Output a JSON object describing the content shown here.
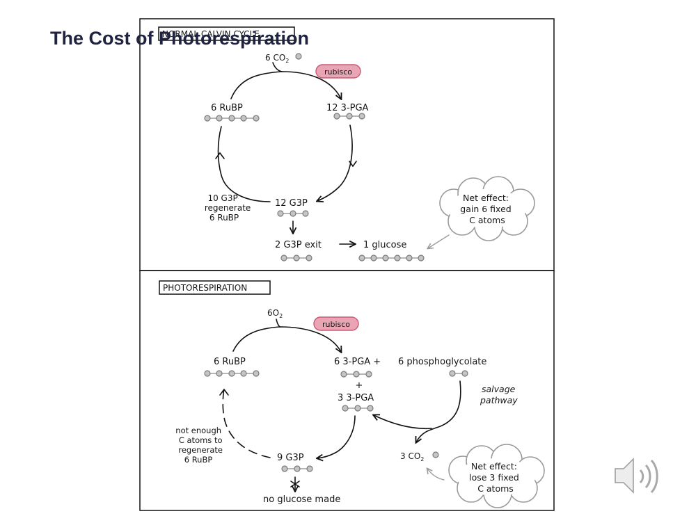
{
  "title": "The Cost of Photorespiration",
  "calvin": {
    "label": "NORMAL CALVIN CYCLE",
    "co2": "6 CO",
    "co2_sub": "2",
    "enzyme": "rubisco",
    "rubp": "6 RuBP",
    "pga": "12  3-PGA",
    "g3p": "12 G3P",
    "regen": [
      "10 G3P",
      "regenerate",
      "6 RuBP"
    ],
    "exit": "2 G3P exit",
    "glucose": "1 glucose",
    "net": [
      "Net effect:",
      "gain 6 fixed",
      "C atoms"
    ]
  },
  "photo": {
    "label": "PHOTORESPIRATION",
    "o2": "6O",
    "o2_sub": "2",
    "enzyme": "rubisco",
    "rubp": "6 RuBP",
    "pga": "6 3-PGA +",
    "phosphoglycolate": "6  phosphoglycolate",
    "plus": "+",
    "pga3": "3 3-PGA",
    "salvage": [
      "salvage",
      "pathway"
    ],
    "not_enough": [
      "not enough",
      "C atoms to",
      "regenerate",
      "6 RuBP"
    ],
    "g3p": "9 G3P",
    "co2": "3 CO",
    "co2_sub": "2",
    "no_glucose": "no glucose made",
    "net": [
      "Net effect:",
      "lose 3 fixed",
      "C atoms"
    ]
  },
  "colors": {
    "title": "#1f2340",
    "rubisco_fill": "#e9a5b3",
    "rubisco_stroke": "#c95a75",
    "dot": "#c4c4c4"
  },
  "icons": {
    "audio": "speaker-icon"
  }
}
